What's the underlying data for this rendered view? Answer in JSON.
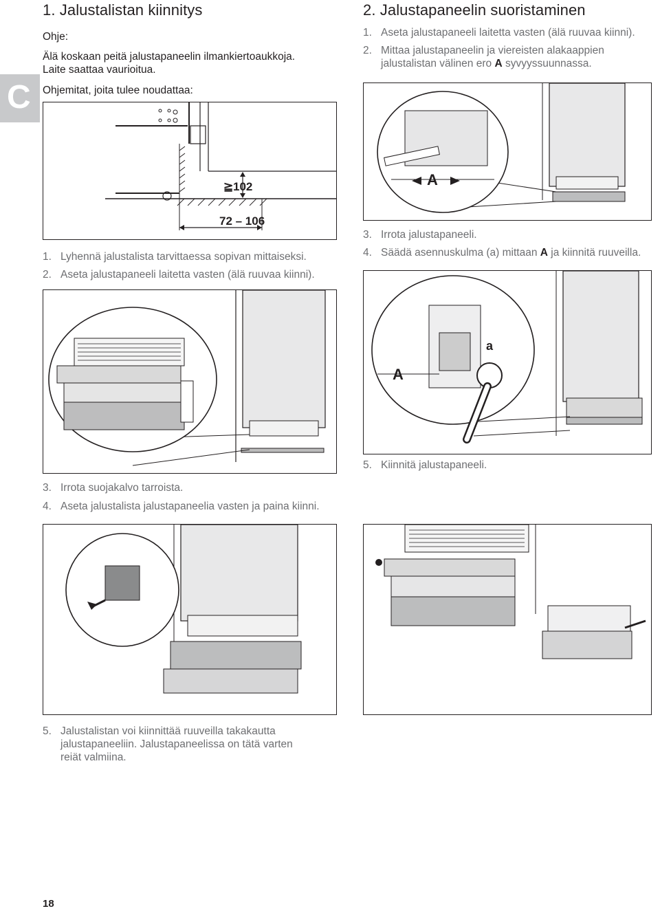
{
  "section_tab": "C",
  "left": {
    "heading": "1. Jalustalistan kiinnitys",
    "note_label": "Ohje:",
    "note_text": "Älä koskaan peitä jalustapaneelin ilmankiertoaukkoja. Laite saattaa vaurioitua.",
    "instructions_intro": "Ohjemitat, joita tulee noudattaa:",
    "fig1": {
      "dim_height": "102",
      "dim_height_symbol": "≧",
      "dim_width": "72 – 106"
    },
    "steps_a": [
      {
        "num": "1.",
        "text": "Lyhennä jalustalista tarvittaessa sopivan mittaiseksi."
      },
      {
        "num": "2.",
        "text": "Aseta jalustapaneeli laitetta vasten (älä ruuvaa kiinni)."
      }
    ],
    "steps_b": [
      {
        "num": "3.",
        "text": "Irrota suojakalvo tarroista."
      },
      {
        "num": "4.",
        "text": "Aseta jalustalista jalustapaneelia vasten ja paina kiinni."
      }
    ],
    "steps_c": [
      {
        "num": "5.",
        "text": "Jalustalistan voi kiinnittää ruuveilla takakautta jalustapaneeliin. Jalustapaneelissa on tätä varten reiät valmiina."
      }
    ]
  },
  "right": {
    "heading": "2. Jalustapaneelin suoristaminen",
    "steps_a": [
      {
        "num": "1.",
        "text": "Aseta jalustapaneeli laitetta vasten (älä ruuvaa kiinni)."
      },
      {
        "num": "2.",
        "text_before": "Mittaa jalustapaneelin ja viereisten alakaappien jalustalistan välinen ero ",
        "bold": "A",
        "text_after": " syvyyssuunnassa."
      }
    ],
    "fig_label_A": "A",
    "steps_b": [
      {
        "num": "3.",
        "text": "Irrota jalustapaneeli."
      },
      {
        "num": "4.",
        "text_before": "Säädä asennuskulma (a) mittaan ",
        "bold": "A",
        "text_after": " ja kiinnitä ruuveilla."
      }
    ],
    "fig3_label_A": "A",
    "fig3_label_a": "a",
    "steps_c": [
      {
        "num": "5.",
        "text": "Kiinnitä jalustapaneeli."
      }
    ]
  },
  "page_number": "18"
}
